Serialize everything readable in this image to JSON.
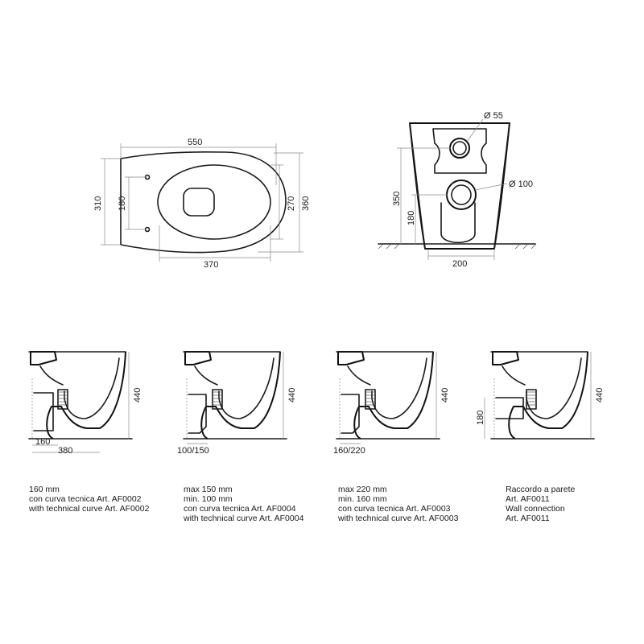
{
  "top_view": {
    "width_label": "550",
    "depth_label": "370",
    "height_label_left_outer": "310",
    "height_label_left_inner": "180",
    "height_label_right_inner": "270",
    "height_label_right_outer": "360"
  },
  "front_view": {
    "hole_top_label": "Ø 55",
    "hole_bottom_label": "Ø 100",
    "height_outer_label": "350",
    "height_inner_label": "180",
    "base_width_label": "200"
  },
  "sections": [
    {
      "height_label": "440",
      "dim_a": "160",
      "dim_b": "380",
      "caption": [
        "160 mm",
        "con curva tecnica Art. AF0002",
        "with technical curve Art. AF0002"
      ]
    },
    {
      "height_label": "440",
      "dim_a": "100/150",
      "caption": [
        "max 150 mm",
        "min. 100 mm",
        "con curva tecnica Art. AF0004",
        "with technical curve Art. AF0004"
      ]
    },
    {
      "height_label": "440",
      "dim_a": "160/220",
      "caption": [
        "max 220 mm",
        "min. 160 mm",
        "con curva tecnica Art. AF0003",
        "with technical curve Art. AF0003"
      ]
    },
    {
      "height_label": "440",
      "dim_a": "180",
      "caption": [
        "Raccordo a parete",
        "Art. AF0011",
        "Wall connection",
        "Art. AF0011"
      ]
    }
  ]
}
